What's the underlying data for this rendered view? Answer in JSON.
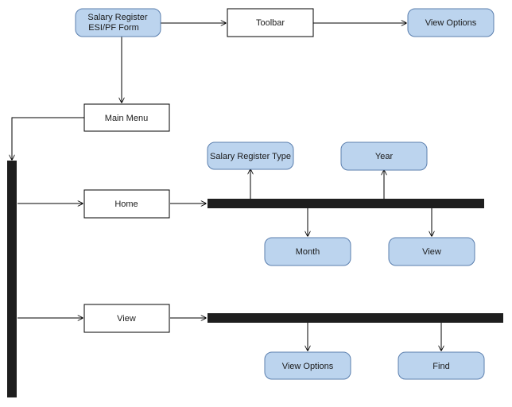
{
  "nodes": {
    "salary_register_line1": "Salary Register",
    "salary_register_line2": "ESI/PF Form",
    "toolbar": "Toolbar",
    "view_options_top": "View Options",
    "main_menu": "Main Menu",
    "salary_register_type": "Salary Register Type",
    "year": "Year",
    "home": "Home",
    "month": "Month",
    "view_home": "View",
    "view": "View",
    "view_options_bottom": "View Options",
    "find": "Find"
  },
  "colors": {
    "rounded_fill": "#bcd4ee",
    "rounded_stroke": "#5b7fae",
    "bar": "#1e1e1e"
  }
}
